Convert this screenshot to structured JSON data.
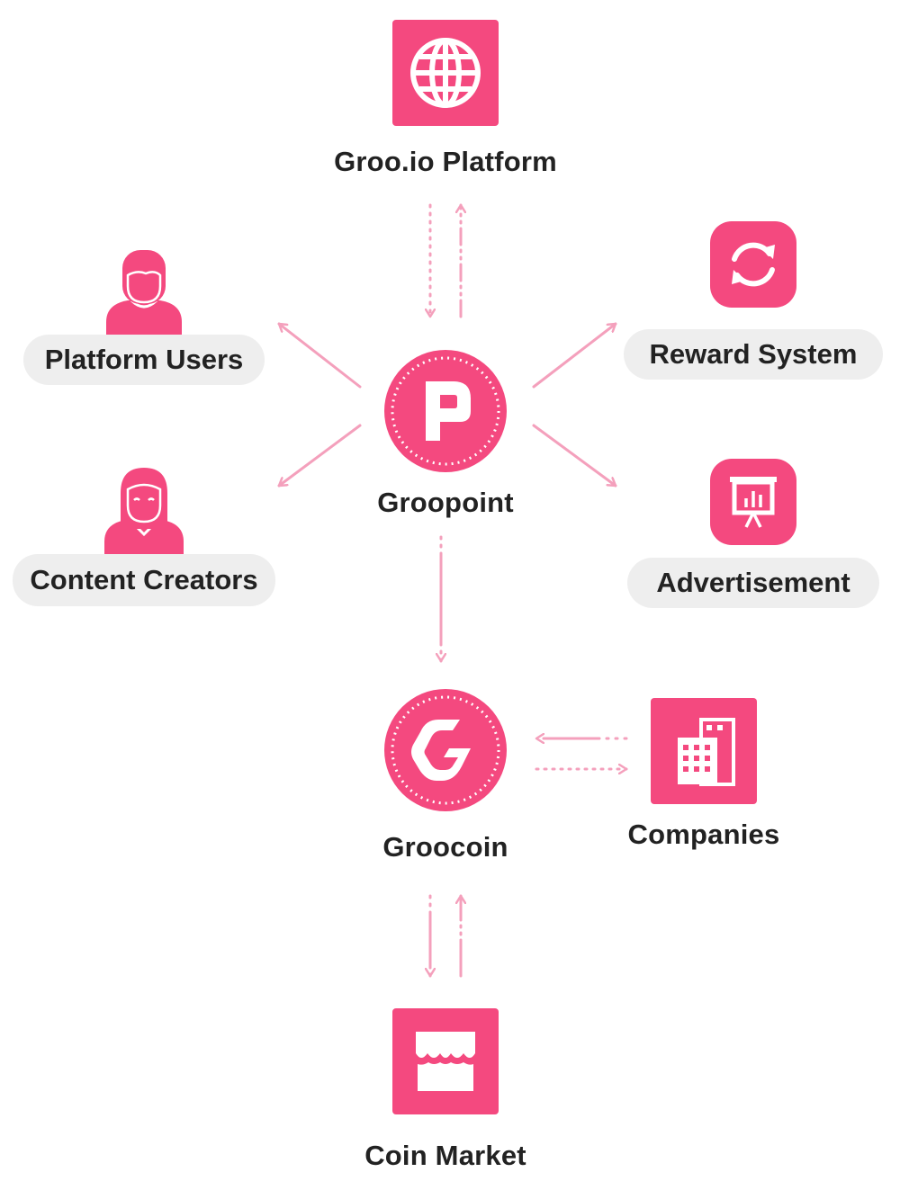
{
  "colors": {
    "accent": "#f4497f",
    "arrow": "#f4a0bc",
    "pill_bg": "#eeeeee",
    "text": "#222222"
  },
  "nodes": {
    "platform": {
      "label": "Groo.io Platform",
      "icon": "globe-icon"
    },
    "platform_users": {
      "label": "Platform Users",
      "icon": "user-male-icon"
    },
    "content_creators": {
      "label": "Content Creators",
      "icon": "user-female-icon"
    },
    "groopoint": {
      "label": "Groopoint",
      "icon": "groopoint-coin-icon"
    },
    "reward_system": {
      "label": "Reward System",
      "icon": "refresh-icon"
    },
    "advertisement": {
      "label": "Advertisement",
      "icon": "presentation-board-icon"
    },
    "groocoin": {
      "label": "Groocoin",
      "icon": "groocoin-coin-icon"
    },
    "companies": {
      "label": "Companies",
      "icon": "office-building-icon"
    },
    "coin_market": {
      "label": "Coin Market",
      "icon": "storefront-icon"
    }
  }
}
